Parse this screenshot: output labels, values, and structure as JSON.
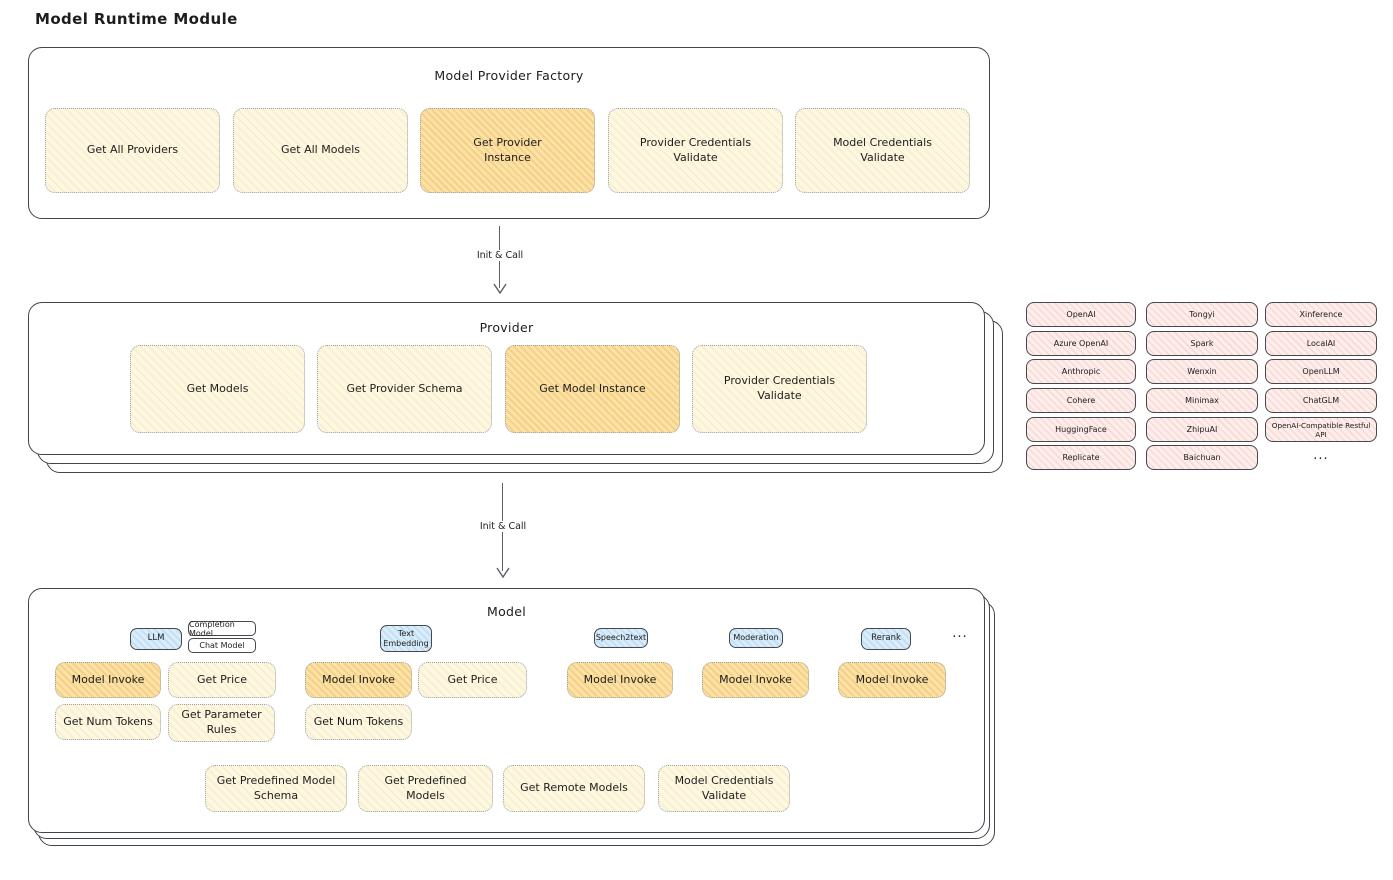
{
  "page": {
    "title": "Model Runtime Module"
  },
  "colors": {
    "node_yellow": "#fdf8e3",
    "node_highlight_orange": "#fbe2a9",
    "provider_pink": "#fdedeb",
    "type_blue": "#d9ecf9"
  },
  "factory": {
    "title": "Model Provider Factory",
    "boxes": [
      {
        "label": "Get All Providers",
        "highlight": false
      },
      {
        "label": "Get All Models",
        "highlight": false
      },
      {
        "label": "Get Provider Instance",
        "highlight": true
      },
      {
        "label": "Provider Credentials Validate",
        "highlight": false
      },
      {
        "label": "Model Credentials Validate",
        "highlight": false
      }
    ]
  },
  "arrows": [
    {
      "label": "Init & Call"
    },
    {
      "label": "Init & Call"
    }
  ],
  "provider": {
    "title": "Provider",
    "boxes": [
      {
        "label": "Get Models",
        "highlight": false
      },
      {
        "label": "Get Provider Schema",
        "highlight": false
      },
      {
        "label": "Get Model Instance",
        "highlight": true
      },
      {
        "label": "Provider Credentials Validate",
        "highlight": false
      }
    ]
  },
  "provider_list": {
    "columns": [
      [
        "OpenAI",
        "Azure OpenAI",
        "Anthropic",
        "Cohere",
        "HuggingFace",
        "Replicate"
      ],
      [
        "Tongyi",
        "Spark",
        "Wenxin",
        "Minimax",
        "ZhipuAI",
        "Baichuan"
      ],
      [
        "Xinference",
        "LocalAI",
        "OpenLLM",
        "ChatGLM",
        "OpenAI-Compatible Restful API"
      ]
    ],
    "more": "..."
  },
  "model": {
    "title": "Model",
    "more": "...",
    "types": [
      {
        "label": "LLM",
        "sub_types": [
          "Completion Model",
          "Chat Model"
        ]
      },
      {
        "label": "Text Embedding"
      },
      {
        "label": "Speech2text"
      },
      {
        "label": "Moderation"
      },
      {
        "label": "Rerank"
      }
    ],
    "ops": {
      "llm": [
        {
          "label": "Model Invoke",
          "highlight": true
        },
        {
          "label": "Get Price",
          "highlight": false
        },
        {
          "label": "Get Num Tokens",
          "highlight": false
        },
        {
          "label": "Get Parameter Rules",
          "highlight": false
        }
      ],
      "text_embedding": [
        {
          "label": "Model Invoke",
          "highlight": true
        },
        {
          "label": "Get Price",
          "highlight": false
        },
        {
          "label": "Get Num Tokens",
          "highlight": false
        }
      ],
      "speech2text": [
        {
          "label": "Model Invoke",
          "highlight": true
        }
      ],
      "moderation": [
        {
          "label": "Model Invoke",
          "highlight": true
        }
      ],
      "rerank": [
        {
          "label": "Model Invoke",
          "highlight": true
        }
      ]
    },
    "shared_ops": [
      {
        "label": "Get Predefined Model Schema"
      },
      {
        "label": "Get Predefined Models"
      },
      {
        "label": "Get Remote Models"
      },
      {
        "label": "Model Credentials Validate"
      }
    ]
  }
}
